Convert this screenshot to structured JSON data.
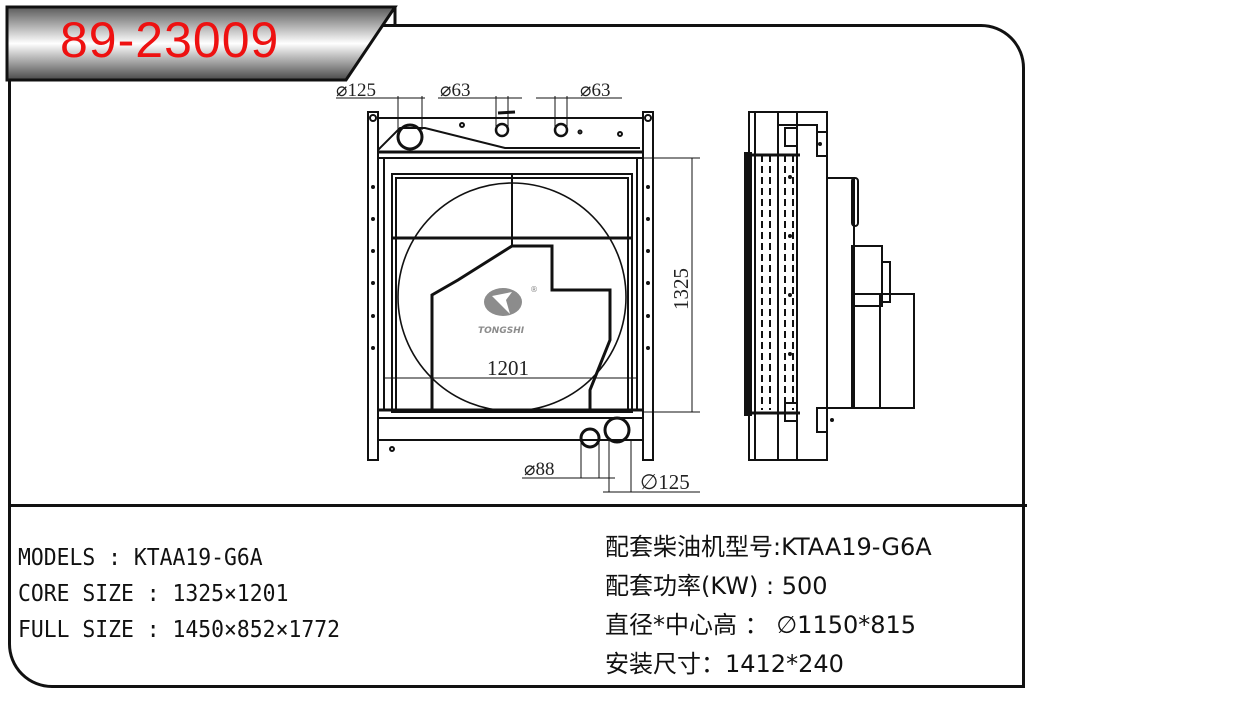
{
  "title": {
    "part_number": "89-23009",
    "text_color": "#ee1111"
  },
  "drawing": {
    "front_view": {
      "dimensions": {
        "top_left_pipe": "⌀125",
        "top_mid_pipe_1": "⌀63",
        "top_mid_pipe_2": "⌀63",
        "core_height": "1325",
        "core_width": "1201",
        "bottom_pipe_small": "⌀88",
        "bottom_pipe_large": "∅125"
      },
      "logo_text": "TONGSHI",
      "logo_mark": "®"
    },
    "side_view": {}
  },
  "specs_left": [
    {
      "label": "MODELS : ",
      "value": "KTAA19-G6A"
    },
    {
      "label": "CORE SIZE : ",
      "value": "1325×1201"
    },
    {
      "label": "FULL SIZE : ",
      "value": "1450×852×1772"
    }
  ],
  "specs_right": [
    {
      "label": "配套柴油机型号:",
      "value": "KTAA19-G6A"
    },
    {
      "label": "配套功率(KW) : ",
      "value": "500"
    },
    {
      "label": "直径*中心高 ： ",
      "value": "∅1150*815"
    },
    {
      "label": "安装尺寸：",
      "value": "1412*240"
    }
  ]
}
